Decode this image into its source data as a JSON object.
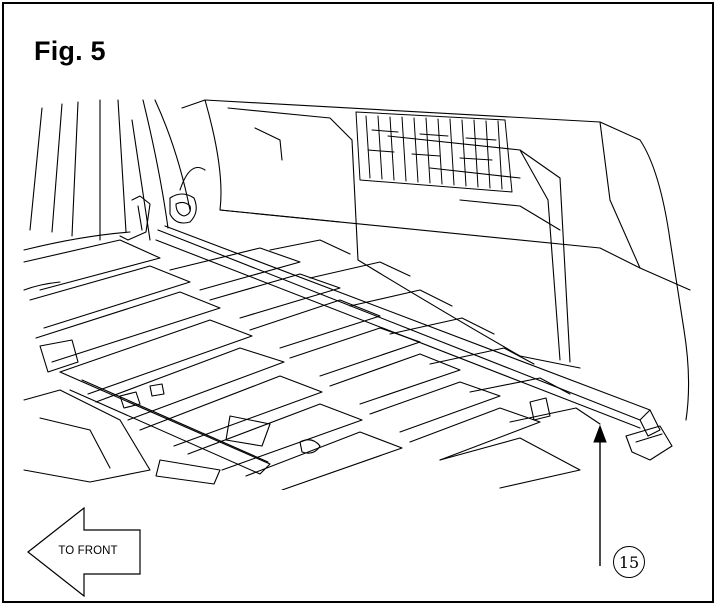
{
  "figure": {
    "title": "Fig. 5",
    "callout_number": "15",
    "direction_label": "TO FRONT"
  },
  "colors": {
    "ink": "#000000",
    "paper": "#ffffff"
  },
  "icons": {
    "direction_arrow": "left-arrow-icon",
    "pointer": "up-arrow-icon"
  }
}
